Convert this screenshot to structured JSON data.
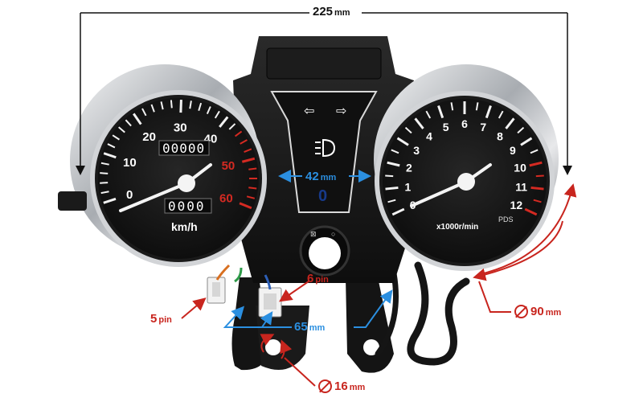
{
  "dimensions": {
    "overall_width": {
      "value": "225",
      "unit": "mm"
    },
    "gauge_gap": {
      "value": "42",
      "unit": "mm"
    },
    "mount_spacing": {
      "value": "65",
      "unit": "mm"
    },
    "gauge_diameter": {
      "value": "90",
      "unit": "mm"
    },
    "mount_hole": {
      "value": "16",
      "unit": "mm"
    }
  },
  "connectors": {
    "left": {
      "value": "5",
      "unit": "pin"
    },
    "right": {
      "value": "6",
      "unit": "pin"
    }
  },
  "speedometer": {
    "unit": "km/h",
    "scale": [
      "0",
      "10",
      "20",
      "30",
      "40",
      "50",
      "60"
    ],
    "odometer": "00000",
    "trip": "0000"
  },
  "tachometer": {
    "unit": "x1000r/min",
    "scale": [
      "0",
      "1",
      "2",
      "3",
      "4",
      "5",
      "6",
      "7",
      "8",
      "9",
      "10",
      "11",
      "12"
    ],
    "brand": "PDS"
  },
  "colors": {
    "annotation_black": "#111111",
    "annotation_blue": "#2b8fe0",
    "annotation_red": "#c8251e",
    "redline": "#d42a22",
    "bezel": "#c9ccd0",
    "dial": "#161616"
  }
}
